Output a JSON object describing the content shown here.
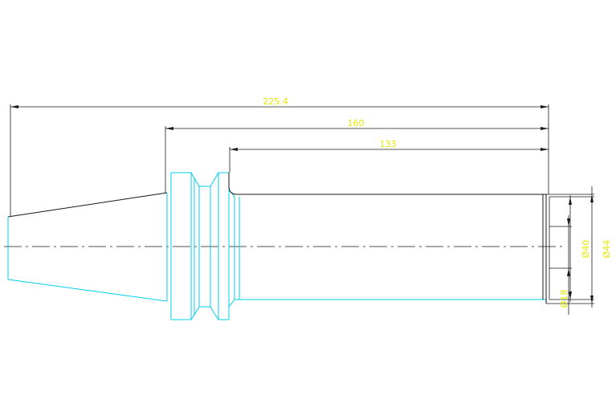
{
  "drawing": {
    "colors": {
      "background": "#ffffff",
      "outline": "#1a1a1a",
      "profile": "#00cfe8",
      "dimension": "#e8e800",
      "centerline": "#1a1a1a"
    },
    "dimensions": {
      "overall_length": "225.4",
      "gauge_length": "160",
      "shank_length": "133",
      "bore_diameter": "Ø40",
      "outer_diameter": "Ø44",
      "small_diameter": "Ø18"
    }
  }
}
